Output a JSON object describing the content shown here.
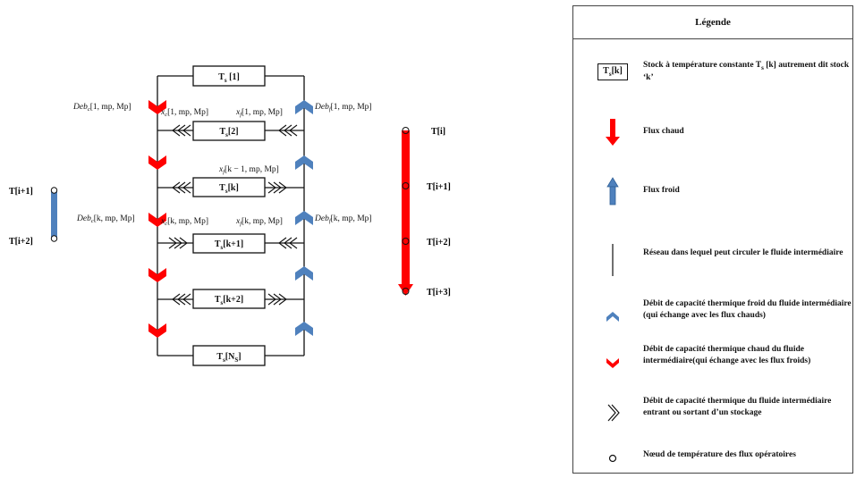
{
  "stocks": [
    "T",
    "s",
    "[1]",
    "[2]",
    "[k]",
    "[k+1]",
    "[k+2]",
    "[N",
    "S",
    "]"
  ],
  "stock_labels": {
    "s1": {
      "main": "T",
      "sub": "s",
      "idx": " [1]"
    },
    "s2": {
      "main": "T",
      "sub": "s",
      "idx": "[2]"
    },
    "sk": {
      "main": "T",
      "sub": "s",
      "idx": "[k]"
    },
    "sk1": {
      "main": "T",
      "sub": "s",
      "idx": "[k+1]"
    },
    "sk2": {
      "main": "T",
      "sub": "s",
      "idx": "[k+2]"
    },
    "sn": {
      "main": "T",
      "sub": "s",
      "idx_pre": "[N",
      "idx_sub": "S",
      "idx_post": "]"
    }
  },
  "annotations": {
    "deb_c_1": {
      "base": "Deb",
      "sub": "c",
      "args": "[1, mp, Mp]"
    },
    "x_c_1": {
      "base": "x",
      "sub": "c",
      "args": "[1, mp, Mp]"
    },
    "x_f_1": {
      "base": "x",
      "sub": "f",
      "args": "[1, mp, Mp]"
    },
    "deb_f_1": {
      "base": "Deb",
      "sub": "f",
      "args": "[1, mp, Mp]"
    },
    "x_f_km1": {
      "base": "x",
      "sub": "f",
      "args": "[k − 1, mp, Mp]"
    },
    "deb_c_k": {
      "base": "Deb",
      "sub": "c",
      "args": "[k, mp, Mp]"
    },
    "x_c_k": {
      "base": "x",
      "sub": "c",
      "args": "[k, mp, Mp]"
    },
    "x_f_k": {
      "base": "x",
      "sub": "f",
      "args": "[k, mp, Mp]"
    },
    "deb_f_k": {
      "base": "Deb",
      "sub": "f",
      "args": "[k, mp, Mp]"
    }
  },
  "hot_stream": {
    "nodes": [
      "T[i]",
      "T[i+1]",
      "T[i+2]",
      "T[i+3]"
    ],
    "color": "#ff0000"
  },
  "cold_stream": {
    "nodes": [
      "T[i+1]",
      "T[i+2]"
    ],
    "color": "#4f81bd"
  },
  "colors": {
    "hot": "#ff0000",
    "cold": "#4f81bd",
    "line": "#111111"
  },
  "legend": {
    "title": "Légende",
    "items": [
      {
        "symbol": "stock-box",
        "box_main": "T",
        "box_sub": "s",
        "box_idx": "[k]",
        "text": "Stock à température constante T",
        "text_sub": "s",
        "text_tail": " [k] autrement dit stock ‘k’"
      },
      {
        "symbol": "hot-arrow",
        "text": "Flux chaud"
      },
      {
        "symbol": "cold-arrow",
        "text": "Flux froid"
      },
      {
        "symbol": "network-line",
        "text": "Réseau dans lequel peut circuler le fluide intermédiaire"
      },
      {
        "symbol": "cold-chevron",
        "text": "Débit de capacité thermique froid du fluide intermédiaire (qui échange avec les flux chauds)"
      },
      {
        "symbol": "hot-chevron",
        "text": "Débit de capacité thermique chaud du fluide intermédiaire(qui échange avec les flux froids)"
      },
      {
        "symbol": "double-chevron",
        "text": "Débit de capacité thermique du fluide intermédiaire entrant ou sortant d’un stockage"
      },
      {
        "symbol": "node-circle",
        "text": "Nœud de  température des flux opératoires"
      }
    ]
  }
}
